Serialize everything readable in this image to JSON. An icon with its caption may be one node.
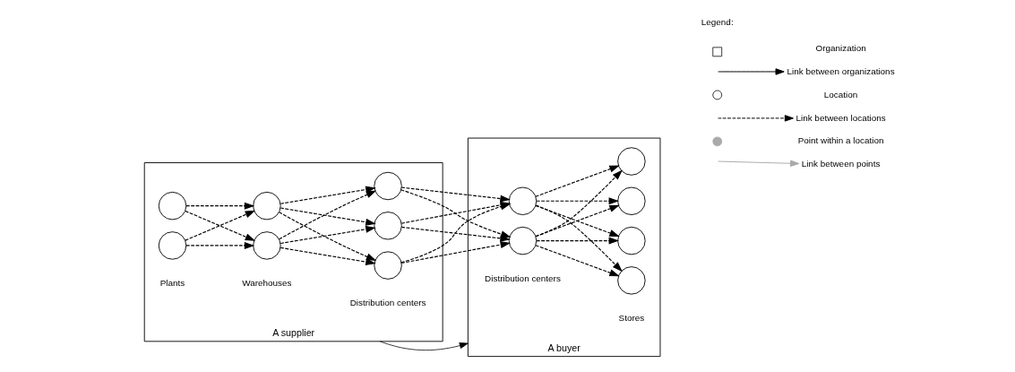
{
  "diagram": {
    "nodes": [
      {
        "text": [
          "A supplier"
        ]
      },
      {
        "text": [],
        "shape": "circle",
        "in": 0
      },
      {
        "text": [],
        "shape": "circle",
        "in": 0
      },
      {
        "text": [],
        "shape": "circle",
        "in": 0
      },
      {
        "text": [],
        "shape": "circle",
        "in": 0
      },
      {
        "text": [],
        "shape": "circle",
        "in": 0
      },
      {
        "text": [],
        "shape": "circle",
        "in": 0
      },
      {
        "text": [],
        "shape": "circle",
        "in": 0
      },
      {
        "text": [
          "A buyer"
        ]
      },
      {
        "text": [],
        "shape": "circle",
        "in": 8
      },
      {
        "text": [],
        "shape": "circle",
        "in": 8
      },
      {
        "text": [],
        "shape": "circle",
        "in": 8
      },
      {
        "text": [],
        "shape": "circle",
        "in": 8
      },
      {
        "text": [],
        "shape": "circle",
        "in": 8
      },
      {
        "text": [],
        "shape": "circle",
        "in": 8
      }
    ],
    "edges": [
      {
        "from": 0,
        "to": 8,
        "arrow": "to"
      },
      {
        "from": 1,
        "to": 3,
        "arrow": "to",
        "style": "dashed"
      },
      {
        "from": 1,
        "to": 4,
        "arrow": "to",
        "style": "dashed"
      },
      {
        "from": 2,
        "to": 3,
        "arrow": "to",
        "style": "dashed"
      },
      {
        "from": 2,
        "to": 4,
        "arrow": "to",
        "style": "dashed"
      },
      {
        "from": 3,
        "to": 5,
        "arrow": "to",
        "style": "dashed"
      },
      {
        "from": 3,
        "to": 6,
        "arrow": "to",
        "style": "dashed"
      },
      {
        "from": 3,
        "to": 7,
        "arrow": "to",
        "style": "dashed"
      },
      {
        "from": 4,
        "to": 5,
        "arrow": "to",
        "style": "dashed"
      },
      {
        "from": 4,
        "to": 6,
        "arrow": "to",
        "style": "dashed"
      },
      {
        "from": 4,
        "to": 7,
        "arrow": "to",
        "style": "dashed"
      },
      {
        "from": 5,
        "to": 9,
        "arrow": "to",
        "style": "dashed"
      },
      {
        "from": 5,
        "to": 10,
        "arrow": "to",
        "style": "dashed"
      },
      {
        "from": 6,
        "to": 9,
        "arrow": "to",
        "style": "dashed"
      },
      {
        "from": 6,
        "to": 10,
        "arrow": "to",
        "style": "dashed"
      },
      {
        "from": 7,
        "to": 9,
        "arrow": "to",
        "style": "dashed"
      },
      {
        "from": 7,
        "to": 10,
        "arrow": "to",
        "style": "dashed"
      },
      {
        "from": 9,
        "to": 11,
        "arrow": "to",
        "style": "dashed"
      },
      {
        "from": 9,
        "to": 12,
        "arrow": "to",
        "style": "dashed"
      },
      {
        "from": 9,
        "to": 13,
        "arrow": "to",
        "style": "dashed"
      },
      {
        "from": 9,
        "to": 14,
        "arrow": "to",
        "style": "dashed"
      },
      {
        "from": 10,
        "to": 11,
        "arrow": "to",
        "style": "dashed"
      },
      {
        "from": 10,
        "to": 12,
        "arrow": "to",
        "style": "dashed"
      },
      {
        "from": 10,
        "to": 13,
        "arrow": "to",
        "style": "dashed"
      },
      {
        "from": 10,
        "to": 14,
        "arrow": "to",
        "style": "dashed"
      }
    ],
    "labels": [
      "Plants",
      "Warehouses",
      "Distribution centers",
      "Distribution centers",
      "Stores",
      "Legend:"
    ],
    "legend": [
      {
        "text": "Organization"
      },
      {
        "text": "Link between organizations"
      },
      {
        "text": "Location"
      },
      {
        "text": "Link between locations"
      },
      {
        "text": "Point within a location"
      },
      {
        "text": "Link between points"
      }
    ]
  }
}
